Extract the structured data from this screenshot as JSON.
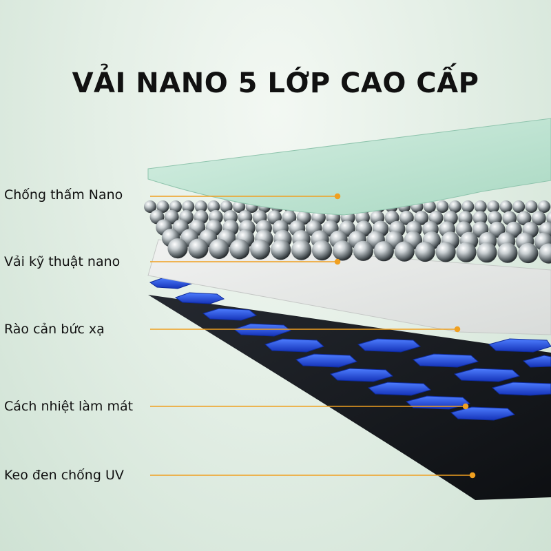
{
  "title": "VẢI NANO 5 LỚP CAO CẤP",
  "layers": [
    {
      "label": "Chống thấm Nano"
    },
    {
      "label": "Vải kỹ thuật nano"
    },
    {
      "label": "Rào cản bức xạ"
    },
    {
      "label": "Cách nhiệt làm mát"
    },
    {
      "label": "Keo đen chống UV"
    }
  ],
  "colors": {
    "title": "#111111",
    "leader_line": "#f0a020",
    "top_layer": "#b9e2cf",
    "black_layer": "#15171c",
    "hex_cells": "#1f4fe0"
  }
}
